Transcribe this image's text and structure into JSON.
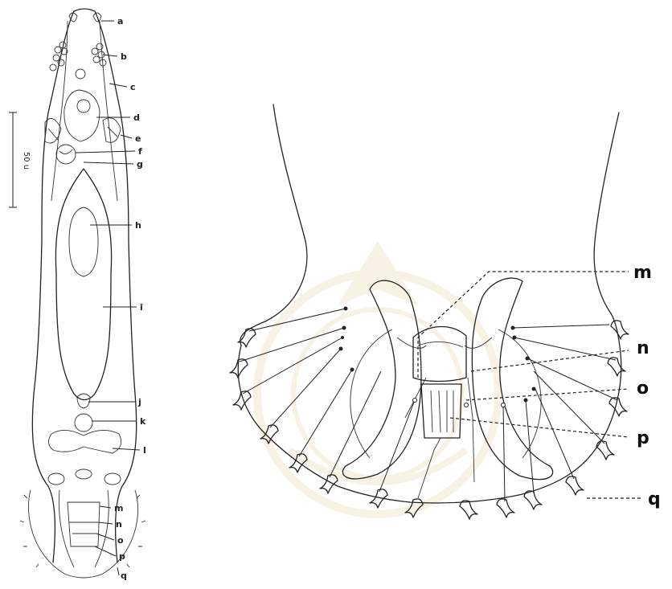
{
  "scale_bar": {
    "label": "50 u"
  },
  "left_labels": [
    "a",
    "b",
    "c",
    "d",
    "e",
    "f",
    "g",
    "h",
    "i",
    "j",
    "k",
    "l",
    "m",
    "n",
    "o",
    "p",
    "q"
  ],
  "right_labels": [
    "m",
    "n",
    "o",
    "p",
    "q"
  ]
}
